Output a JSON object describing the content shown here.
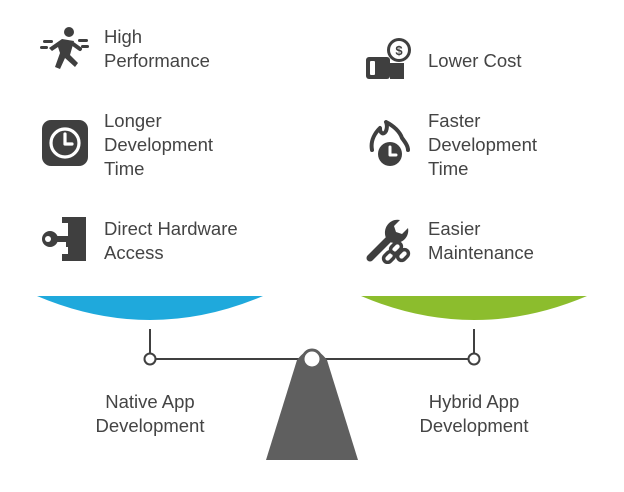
{
  "left_side": {
    "title_lines": [
      "Native App",
      "Development"
    ],
    "color": "#1fa9dc",
    "items": [
      {
        "icon": "running-person-icon",
        "lines": [
          "High",
          "Performance"
        ]
      },
      {
        "icon": "clock-icon",
        "lines": [
          "Longer",
          "Development",
          "Time"
        ]
      },
      {
        "icon": "door-key-icon",
        "lines": [
          "Direct Hardware",
          "Access"
        ]
      }
    ]
  },
  "right_side": {
    "title_lines": [
      "Hybrid App",
      "Development"
    ],
    "color": "#8cbd2d",
    "items": [
      {
        "icon": "wallet-dollar-icon",
        "lines": [
          "Lower Cost"
        ]
      },
      {
        "icon": "fire-clock-icon",
        "lines": [
          "Faster",
          "Development",
          "Time"
        ]
      },
      {
        "icon": "wrench-chain-icon",
        "lines": [
          "Easier",
          "Maintenance"
        ]
      }
    ]
  },
  "colors": {
    "text": "#444444",
    "icon": "#3f3f3f",
    "scale_stand": "#5f5f5f",
    "scale_line": "#404040"
  }
}
